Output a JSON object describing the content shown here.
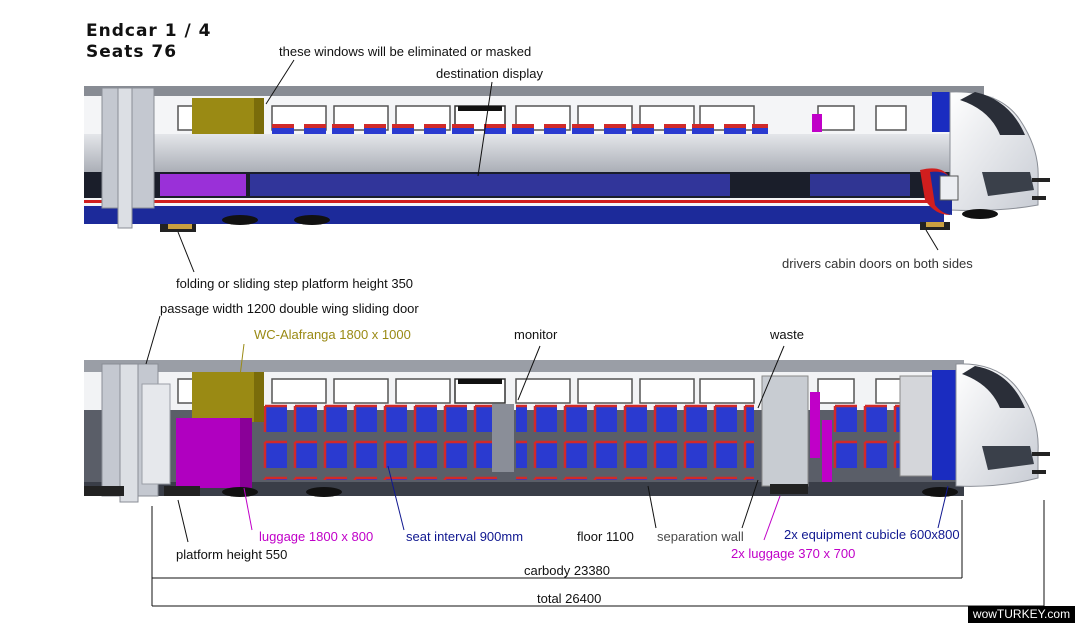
{
  "title": {
    "line1": "Endcar 1 / 4",
    "line2": "Seats 76"
  },
  "colors": {
    "olive": "#9a8a14",
    "magenta": "#c000c8",
    "navy": "#101890",
    "gray": "#4a4a4a",
    "seat_blue": "#2a3ad0",
    "seat_red": "#d02a2a"
  },
  "labels": {
    "windows_eliminated": "these windows will be eliminated or masked",
    "destination_display": "destination display",
    "folding_step": "folding or sliding step platform height 350",
    "drivers_doors": "drivers cabin doors on both sides",
    "passage_width": "passage width 1200 double wing sliding door",
    "wc": "WC-Alafranga  1800 x 1000",
    "monitor": "monitor",
    "waste": "waste",
    "luggage": "luggage 1800 x 800",
    "seat_interval": "seat interval 900mm",
    "floor": "floor 1100",
    "separation_wall": "separation wall",
    "equipment": "2x equipment cubicle 600x800",
    "luggage2": "2x luggage 370 x 700",
    "platform_height": "platform height 550",
    "carbody": "carbody 23380",
    "total": "total 26400"
  },
  "watermark": "wowTURKEY.com"
}
